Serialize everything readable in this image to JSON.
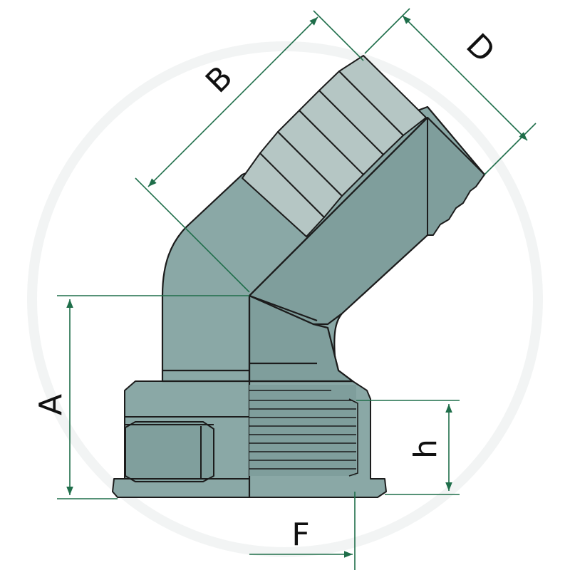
{
  "colors": {
    "body": "#8aa8a6",
    "body_dark": "#6f8f8d",
    "barb": "#b5c6c4",
    "outline": "#1c1c1c",
    "dimension": "#1f6e4a",
    "watermark": "#f2f4f4"
  },
  "labels": {
    "A": "A",
    "B": "B",
    "D": "D",
    "F": "F",
    "h": "h"
  }
}
